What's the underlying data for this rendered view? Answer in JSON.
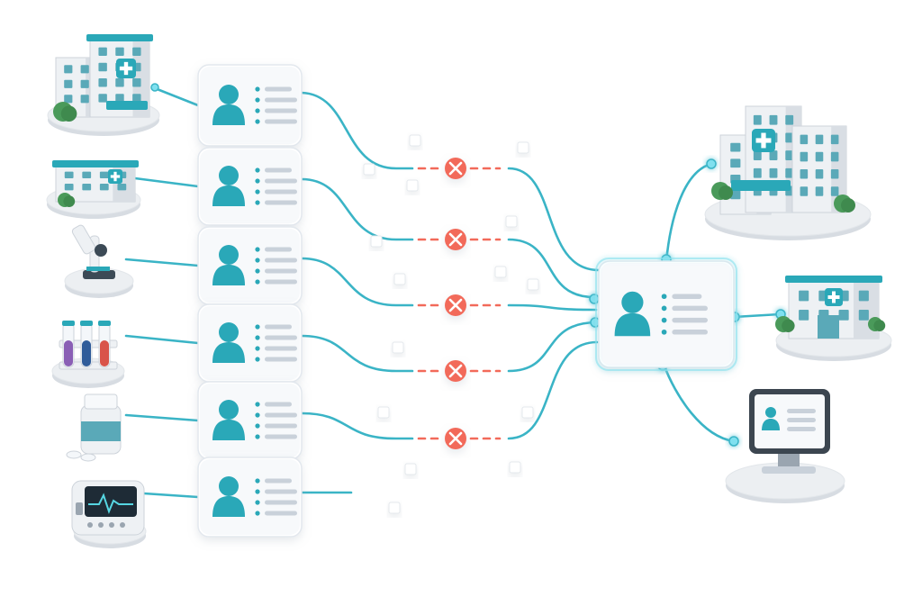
{
  "colors": {
    "accent": "#2aa8b8",
    "link": "#3ab4c6",
    "accent_dark": "#1f8fa0",
    "error": "#f26a5a",
    "card_bg": "#f7f9fb",
    "card_border": "#e3e8ee",
    "building_white": "#eef1f4",
    "building_shade": "#d9dee4",
    "window": "#5aa9b8",
    "tree": "#4a9a5a",
    "base": "#eceff2"
  },
  "sources": [
    {
      "name": "hospital-large",
      "icon": "hospital-large-icon"
    },
    {
      "name": "clinic",
      "icon": "clinic-icon"
    },
    {
      "name": "laboratory",
      "icon": "microscope-icon"
    },
    {
      "name": "test-tubes",
      "icon": "test-tubes-icon"
    },
    {
      "name": "pharmacy",
      "icon": "medicine-bottle-icon"
    },
    {
      "name": "patient-monitor",
      "icon": "ecg-monitor-icon"
    }
  ],
  "records": [
    {
      "name": "patient-record-1",
      "icon": "person-icon",
      "failed": true
    },
    {
      "name": "patient-record-2",
      "icon": "person-icon",
      "failed": true
    },
    {
      "name": "patient-record-3",
      "icon": "person-icon",
      "failed": true
    },
    {
      "name": "patient-record-4",
      "icon": "person-icon",
      "failed": true
    },
    {
      "name": "patient-record-5",
      "icon": "person-icon",
      "failed": true
    },
    {
      "name": "patient-record-6",
      "icon": "person-icon",
      "failed": false
    }
  ],
  "hub": {
    "name": "unified-patient-record",
    "icon": "person-icon"
  },
  "destinations": [
    {
      "name": "hospital-tower",
      "icon": "hospital-tower-icon"
    },
    {
      "name": "clinic-small",
      "icon": "clinic-icon"
    },
    {
      "name": "computer-monitor",
      "icon": "computer-monitor-icon"
    }
  ]
}
